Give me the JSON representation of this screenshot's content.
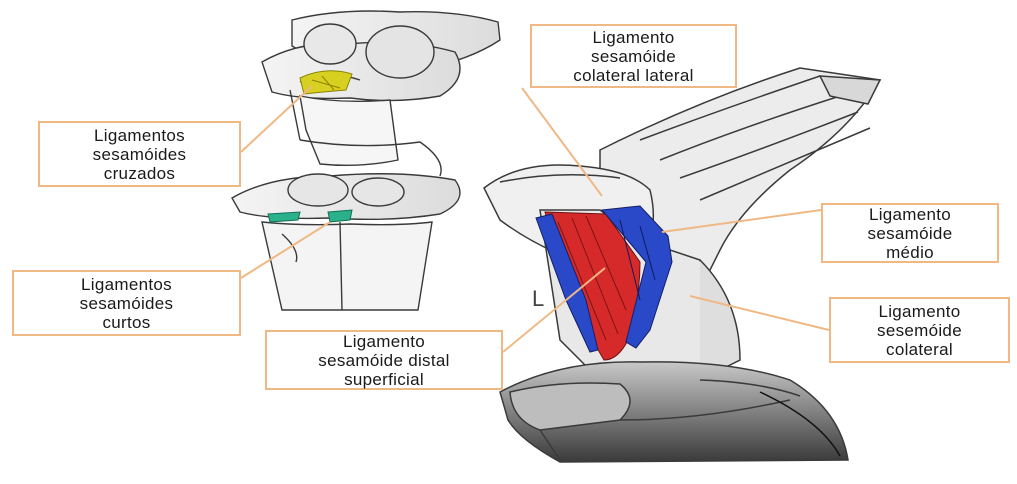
{
  "labels": {
    "cruzados": [
      "Ligamentos",
      "sesamóides",
      "cruzados"
    ],
    "curtos": [
      "Ligamentos",
      "sesamóides",
      "curtos"
    ],
    "distal": [
      "Ligamento",
      "sesamóide distal",
      "superficial"
    ],
    "lateral": [
      "Ligamento",
      "sesamóide",
      "colateral lateral"
    ],
    "medio": [
      "Ligamento",
      "sesamóide",
      "médio"
    ],
    "colateral": [
      "Ligamento",
      "sesemóide",
      "colateral"
    ]
  },
  "view_letter": "L",
  "colors": {
    "label_border": "#f0b884",
    "leader_line": "#f0b884",
    "ligament_red": "#d62a2a",
    "ligament_blue": "#2a49c8",
    "ligament_yellow": "#d8d020",
    "ligament_teal": "#2ab08a",
    "bone_fill": "#efefef",
    "bone_stroke": "#333333"
  }
}
